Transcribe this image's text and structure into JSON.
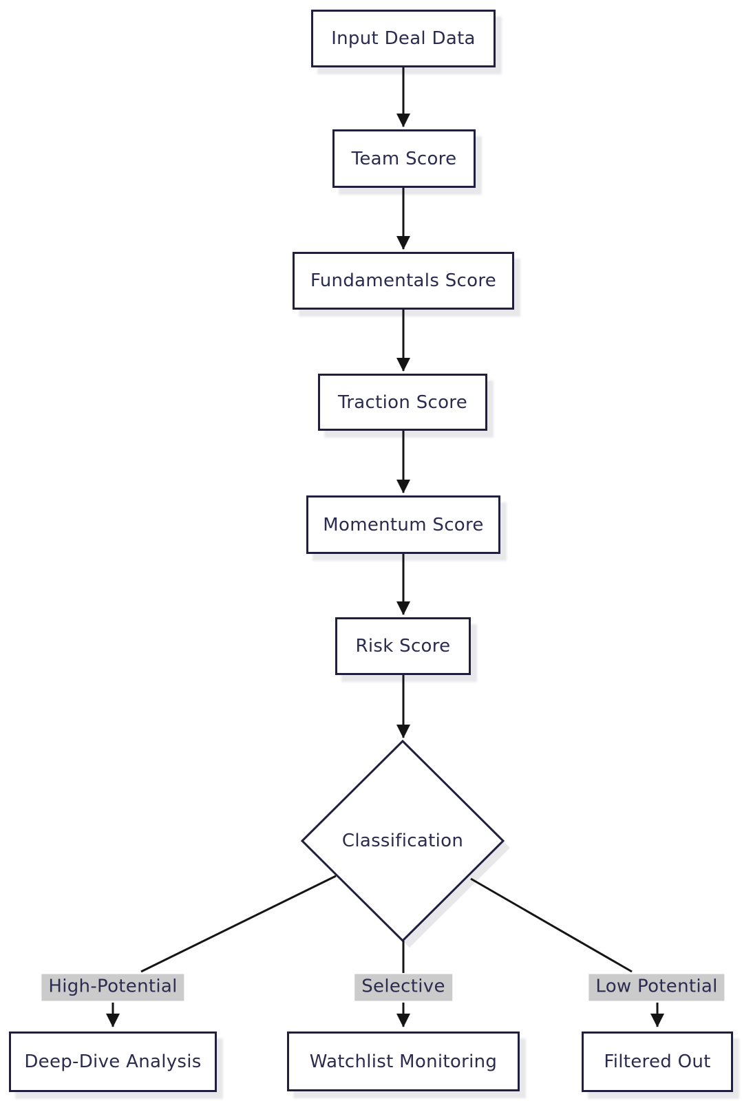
{
  "diagram": {
    "type": "flowchart",
    "direction": "top-down",
    "colors": {
      "background": "#ffffff",
      "node_fill": "#ffffff",
      "node_border": "#201f3f",
      "node_text": "#2b2b50",
      "edge": "#151515",
      "branch_label_bg": "#cbcbcb"
    },
    "nodes": {
      "input": "Input Deal Data",
      "team": "Team Score",
      "fundamentals": "Fundamentals Score",
      "traction": "Traction Score",
      "momentum": "Momentum Score",
      "risk": "Risk Score",
      "decision": "Classification",
      "deep_dive": "Deep-Dive Analysis",
      "watchlist": "Watchlist Monitoring",
      "filtered": "Filtered Out"
    },
    "branch_labels": {
      "high": "High-Potential",
      "selective": "Selective",
      "low": "Low Potential"
    },
    "edges": [
      {
        "from": "input",
        "to": "team"
      },
      {
        "from": "team",
        "to": "fundamentals"
      },
      {
        "from": "fundamentals",
        "to": "traction"
      },
      {
        "from": "traction",
        "to": "momentum"
      },
      {
        "from": "momentum",
        "to": "risk"
      },
      {
        "from": "risk",
        "to": "decision"
      },
      {
        "from": "decision",
        "to": "deep_dive",
        "label": "High-Potential"
      },
      {
        "from": "decision",
        "to": "watchlist",
        "label": "Selective"
      },
      {
        "from": "decision",
        "to": "filtered",
        "label": "Low Potential"
      }
    ]
  }
}
